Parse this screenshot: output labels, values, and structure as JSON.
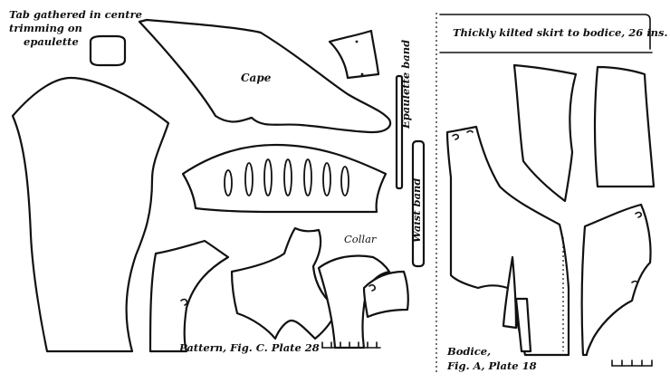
{
  "labels": {
    "tab_note_1": "Tab gathered in centre",
    "tab_note_2": "trimming on",
    "tab_note_3": "epaulette",
    "cape": "Cape",
    "epaulette_band": "Epaulette band",
    "waist_band": "Waist band",
    "collar": "Collar",
    "pattern_caption": "Pattern, Fig. C. Plate 28",
    "skirt_note": "Thickly kilted skirt to bodice, 26 ins.",
    "bodice_caption_1": "Bodice,",
    "bodice_caption_2": "Fig. A, Plate 18"
  }
}
